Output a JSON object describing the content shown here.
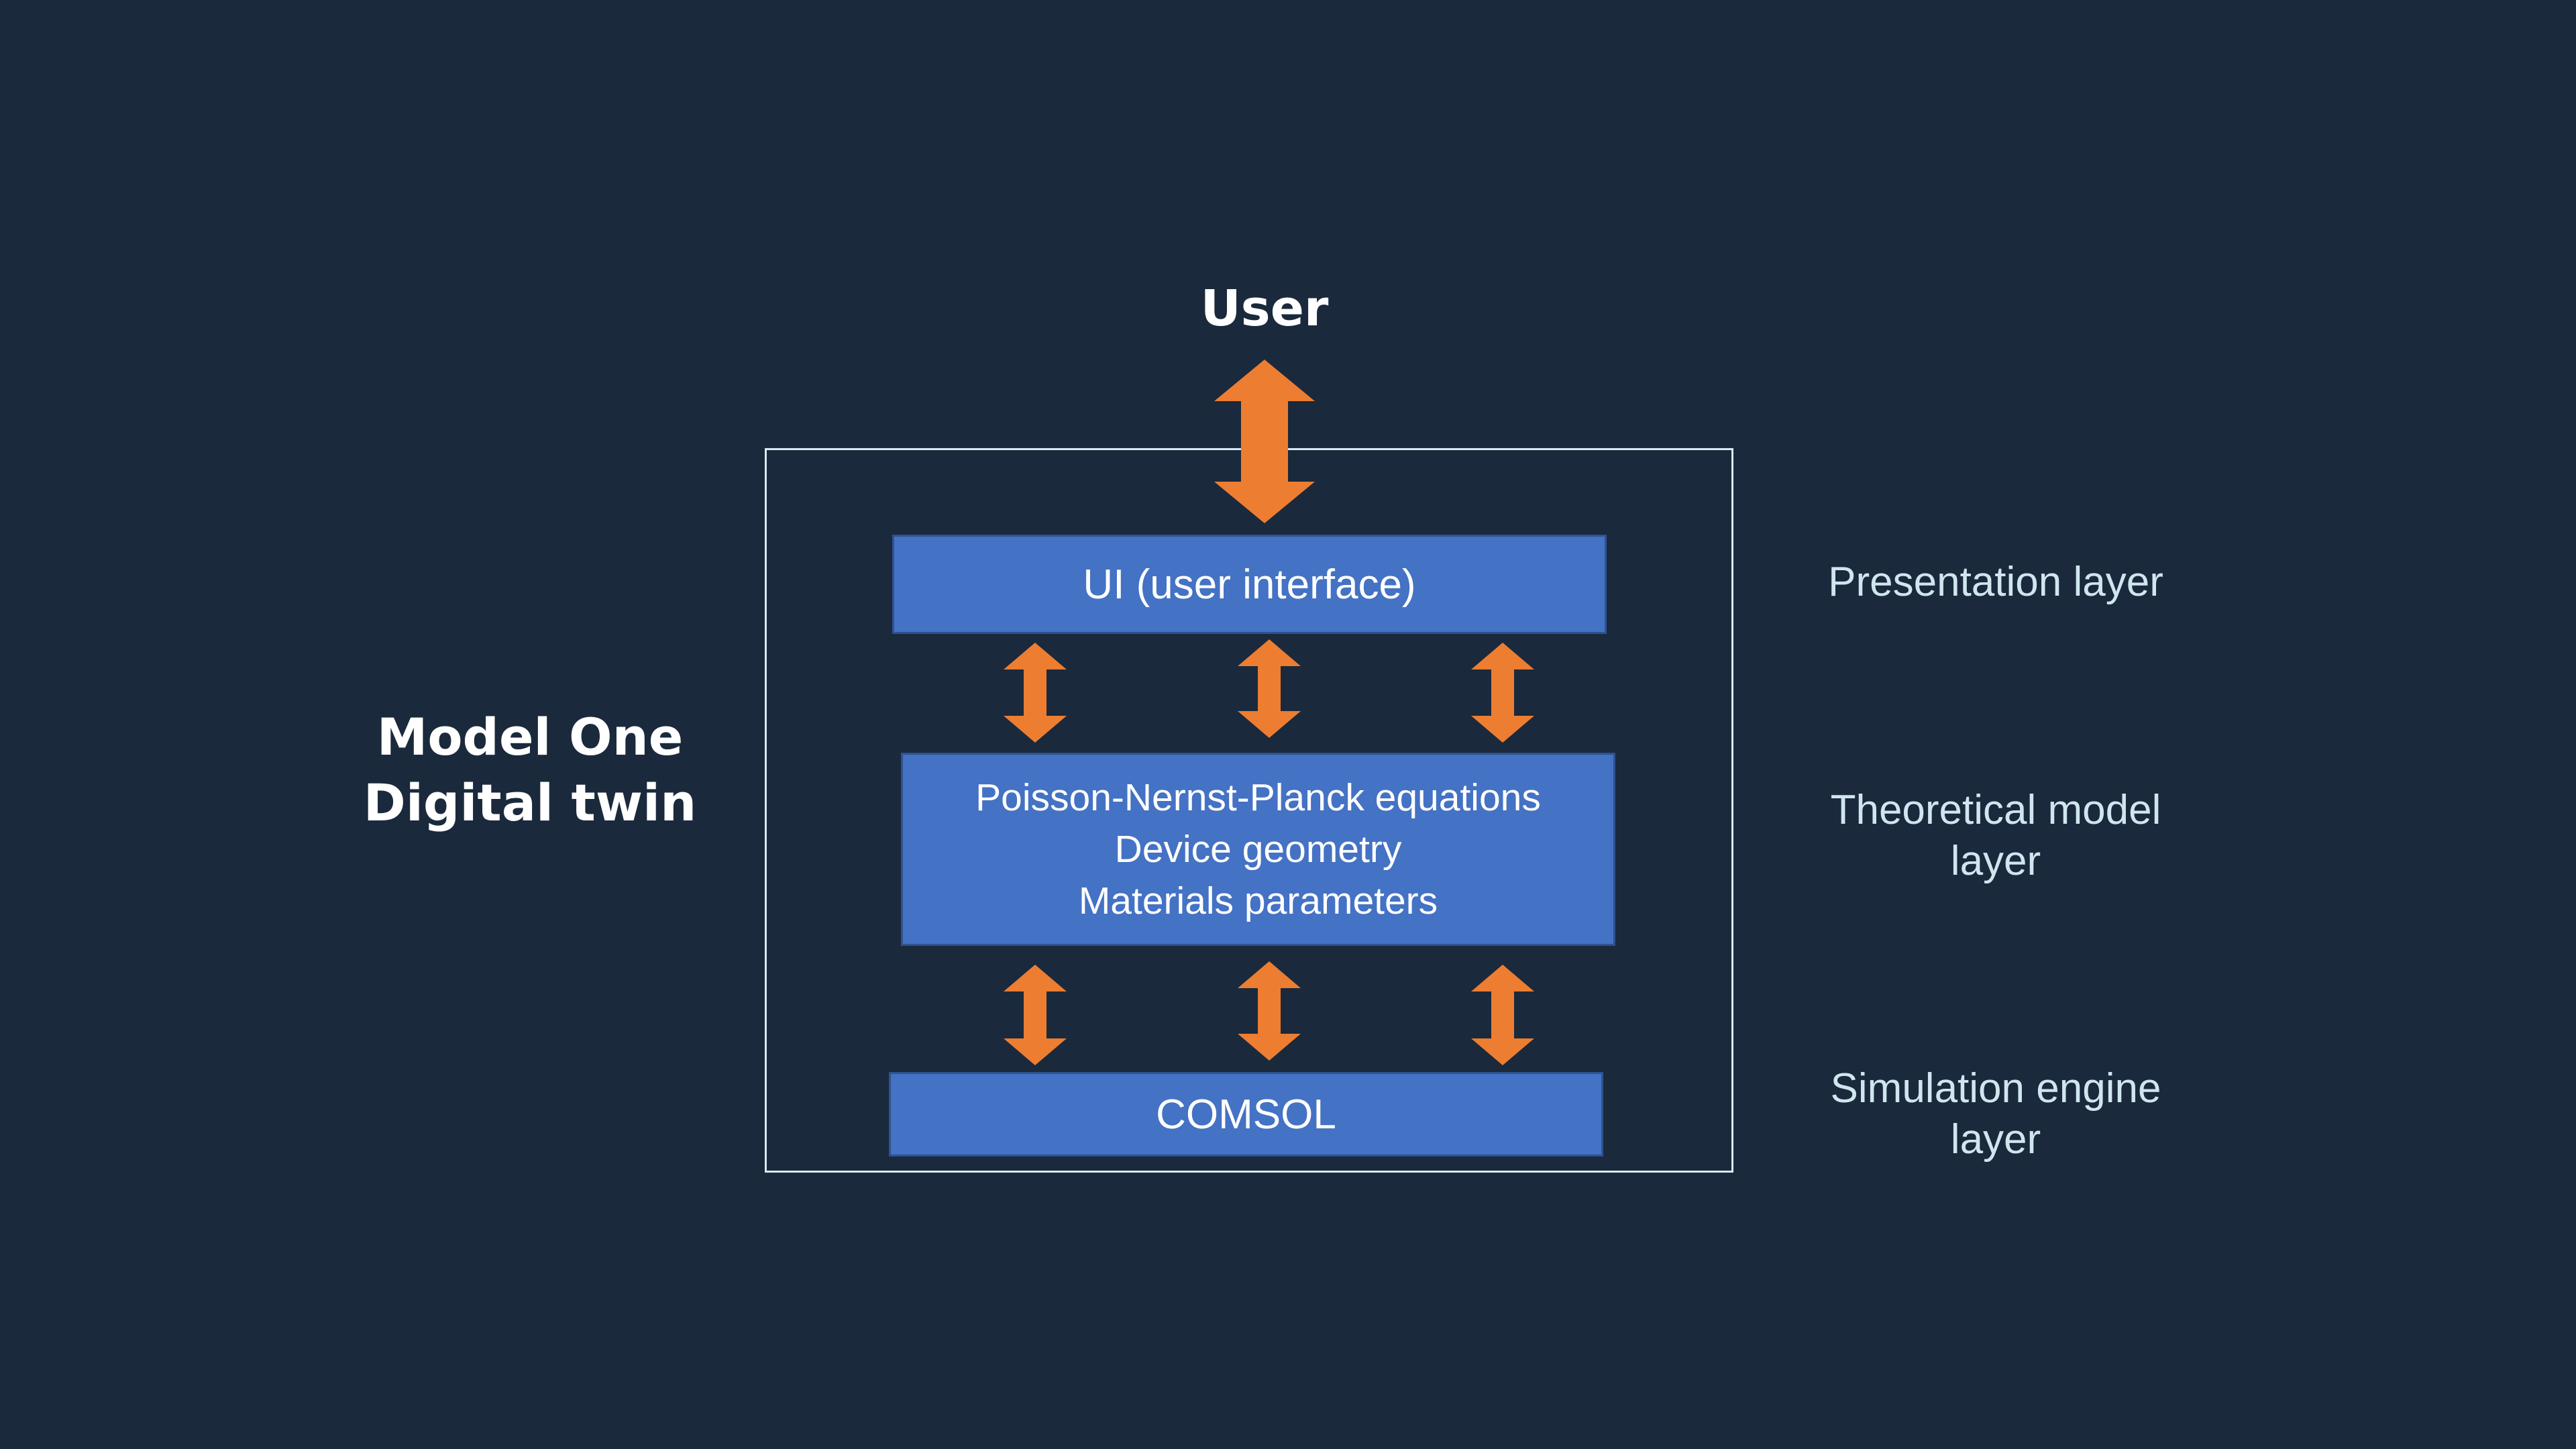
{
  "user_label": "User",
  "digital_twin": {
    "line1": "Model One",
    "line2": "Digital twin"
  },
  "ui_box": {
    "label": "UI (user interface)"
  },
  "model_box": {
    "line1": "Poisson-Nernst-Planck equations",
    "line2": "Device geometry",
    "line3": "Materials parameters"
  },
  "comsol_box": {
    "label": "COMSOL"
  },
  "layers": {
    "presentation": "Presentation layer",
    "theoretical_line1": "Theoretical model",
    "theoretical_line2": "layer",
    "simulation_line1": "Simulation engine",
    "simulation_line2": "layer"
  },
  "colors": {
    "background": "#1b293c",
    "box_fill": "#4472c4",
    "arrow": "#ed7d31",
    "frame": "#d8eaf2",
    "layer_text": "#cfe6ef"
  }
}
